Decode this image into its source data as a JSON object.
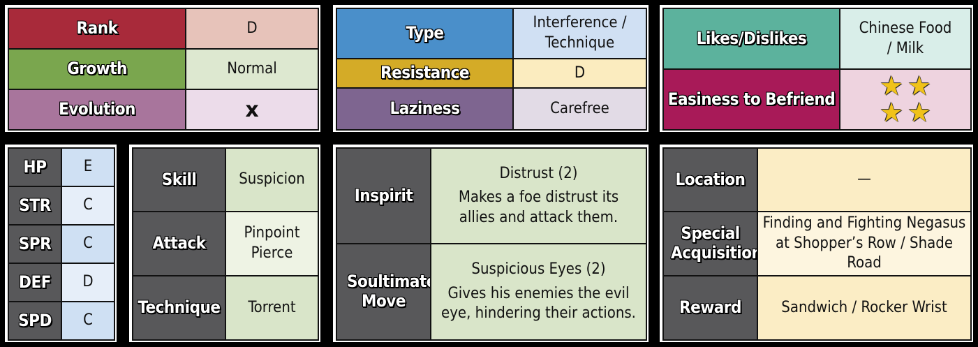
{
  "colors": {
    "rank": "#a82a3a",
    "rank_val": "#e7c3ba",
    "growth": "#7aa64e",
    "growth_val": "#dde8d0",
    "evolution": "#a8759c",
    "evolution_val": "#ecdcea",
    "type": "#4a8fca",
    "type_val": "#d0e0f3",
    "resistance": "#d4ab27",
    "resistance_val": "#fbecbf",
    "laziness": "#7e6590",
    "laziness_val": "#e2dbe6",
    "likes": "#5cb29d",
    "likes_val": "#d9eee9",
    "easiness": "#a81a58",
    "easiness_val": "#eed3df",
    "dark": "#58585a",
    "stat_val": "#cfe0f3",
    "stat_val_alt": "#e6eef9",
    "moves_val": "#d9e5c9",
    "moves_val_alt": "#eef3e4",
    "location_val": "#fbedc5",
    "location_val_alt": "#fdf5df",
    "star": "#f0c21a"
  },
  "basic": {
    "rank_label": "Rank",
    "rank_value": "D",
    "growth_label": "Growth",
    "growth_value": "Normal",
    "evolution_label": "Evolution",
    "evolution_value": "x"
  },
  "attributes": {
    "type_label": "Type",
    "type_value": "Interference / Technique",
    "resistance_label": "Resistance",
    "resistance_value": "D",
    "laziness_label": "Laziness",
    "laziness_value": "Carefree"
  },
  "personal": {
    "likes_label": "Likes/Dislikes",
    "likes_value": "Chinese Food / Milk",
    "easiness_label": "Easiness to Befriend",
    "easiness_stars": 4,
    "star_glyph": "★"
  },
  "stats": [
    {
      "label": "HP",
      "value": "E"
    },
    {
      "label": "STR",
      "value": "C"
    },
    {
      "label": "SPR",
      "value": "C"
    },
    {
      "label": "DEF",
      "value": "D"
    },
    {
      "label": "SPD",
      "value": "C"
    }
  ],
  "moves": {
    "skill_label": "Skill",
    "skill_value": "Suspicion",
    "attack_label": "Attack",
    "attack_value": "Pinpoint Pierce",
    "technique_label": "Technique",
    "technique_value": "Torrent"
  },
  "special_moves": {
    "inspirit_label": "Inspirit",
    "inspirit_name": "Distrust (2)",
    "inspirit_desc": "Makes a foe distrust its allies and attack them.",
    "soultimate_label": "Soultimate Move",
    "soultimate_name": "Suspicious Eyes (2)",
    "soultimate_desc": "Gives his enemies the evil eye, hindering their actions."
  },
  "acquisition": {
    "location_label": "Location",
    "location_value": "—",
    "special_label": "Special Acquisition",
    "special_value": "Finding and Fighting Negasus at Shopper’s Row / Shade Road",
    "reward_label": "Reward",
    "reward_value": "Sandwich / Rocker Wrist"
  }
}
